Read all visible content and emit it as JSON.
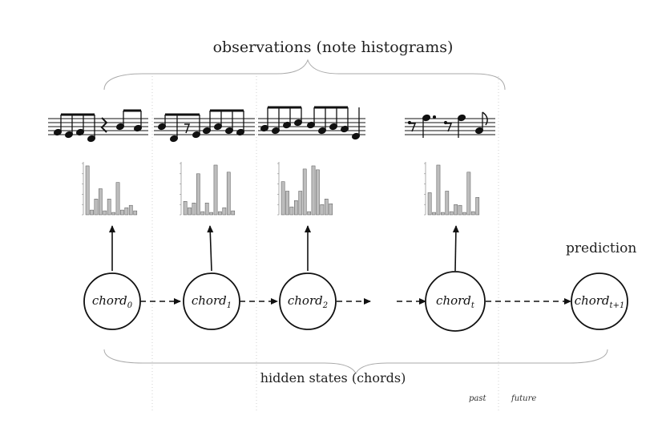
{
  "labels": {
    "observations": "observations (note histograms)",
    "hidden_states": "hidden states (chords)",
    "prediction": "prediction",
    "past": "past",
    "future": "future"
  },
  "nodes": [
    {
      "base": "chord",
      "sub": "0"
    },
    {
      "base": "chord",
      "sub": "1"
    },
    {
      "base": "chord",
      "sub": "2"
    },
    {
      "base": "chord",
      "sub": "t"
    },
    {
      "base": "chord",
      "sub": "t+1"
    }
  ],
  "histograms": [
    {
      "values": [
        62,
        6,
        20,
        33,
        5,
        20,
        3,
        41,
        6,
        9,
        12,
        5
      ]
    },
    {
      "values": [
        17,
        9,
        15,
        52,
        4,
        15,
        3,
        63,
        4,
        9,
        54,
        5
      ]
    },
    {
      "values": [
        42,
        30,
        10,
        18,
        30,
        58,
        4,
        62,
        57,
        13,
        20,
        14
      ]
    },
    {
      "values": [
        28,
        3,
        63,
        3,
        30,
        4,
        13,
        12,
        3,
        54,
        4,
        22
      ]
    }
  ],
  "colors": {
    "bar": "#bdbdbd",
    "ink": "#111111",
    "guide": "#d0d0d0"
  }
}
